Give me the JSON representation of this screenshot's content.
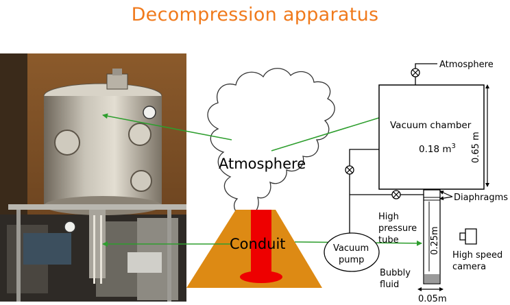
{
  "title": "Decompression apparatus",
  "labels": {
    "atmosphere_big": "Atmosphere",
    "conduit": "Conduit",
    "atmosphere_valve": "Atmosphere",
    "vacuum_chamber": "Vacuum chamber",
    "volume_main": "0.18 m",
    "volume_exp": "3",
    "height_chamber": "0.65 m",
    "diaphragms": "Diaphragms",
    "high_pressure_1": "High",
    "high_pressure_2": "pressure",
    "high_pressure_3": "tube",
    "tube_length": "0.25m",
    "vacuum_pump_1": "Vacuum",
    "vacuum_pump_2": "pump",
    "camera_1": "High speed",
    "camera_2": "camera",
    "bubbly_1": "Bubbly",
    "bubbly_2": "fluid",
    "tube_width": "0.05m"
  },
  "colors": {
    "title": "#f07a1c",
    "volcano": "#dd8a14",
    "conduit": "#ee0000",
    "arrow": "#2e9e2e",
    "line": "#000000"
  },
  "icons": [
    "valve-icon",
    "camera-icon"
  ]
}
